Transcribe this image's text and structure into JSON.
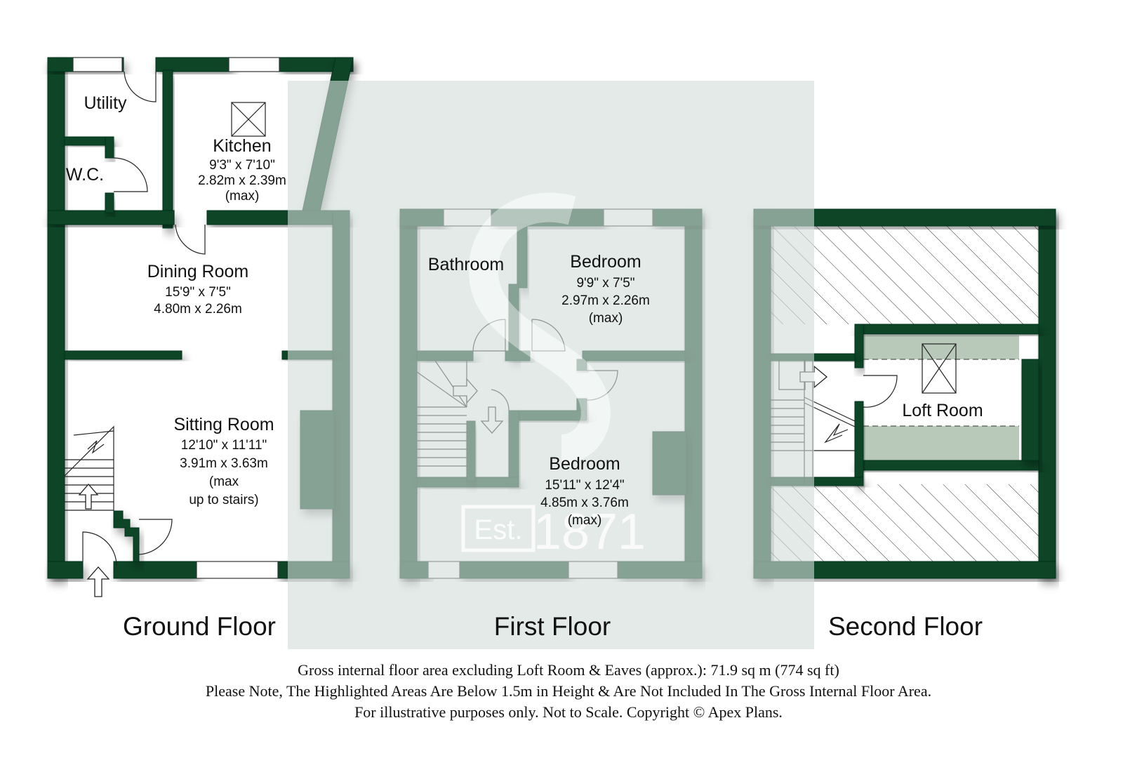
{
  "floors": [
    {
      "label": "Ground Floor",
      "rooms": [
        {
          "name": "Utility"
        },
        {
          "name": "W.C."
        },
        {
          "name": "Kitchen",
          "imperial": "9'3\" x 7'10\"",
          "metric": "2.82m x 2.39m",
          "note": "(max)"
        },
        {
          "name": "Dining Room",
          "imperial": "15'9\" x 7'5\"",
          "metric": "4.80m x 2.26m"
        },
        {
          "name": "Sitting Room",
          "imperial": "12'10\" x 11'11\"",
          "metric": "3.91m x 3.63m",
          "note": "(max",
          "note2": "up to stairs)"
        }
      ]
    },
    {
      "label": "First Floor",
      "rooms": [
        {
          "name": "Bathroom"
        },
        {
          "name": "Bedroom",
          "imperial": "9'9\" x 7'5\"",
          "metric": "2.97m x 2.26m",
          "note": "(max)"
        },
        {
          "name": "Bedroom",
          "imperial": "15'11\" x 12'4\"",
          "metric": "4.85m x 3.76m",
          "note": "(max)"
        }
      ]
    },
    {
      "label": "Second Floor",
      "rooms": [
        {
          "name": "Loft Room"
        }
      ]
    }
  ],
  "watermark": {
    "est": "Est.",
    "year": "1871",
    "letter": "S"
  },
  "footer": {
    "line1": "Gross internal floor area excluding Loft Room & Eaves (approx.): 71.9 sq m (774 sq ft)",
    "line2": "Please Note, The Highlighted Areas Are Below 1.5m in Height & Are Not Included In The Gross Internal Floor Area.",
    "line3": "For illustrative purposes only. Not to Scale. Copyright © Apex Plans."
  },
  "colors": {
    "wall": "#0b4427",
    "watermark": "#d3dcd9",
    "eaves": "#b9c9b9"
  }
}
